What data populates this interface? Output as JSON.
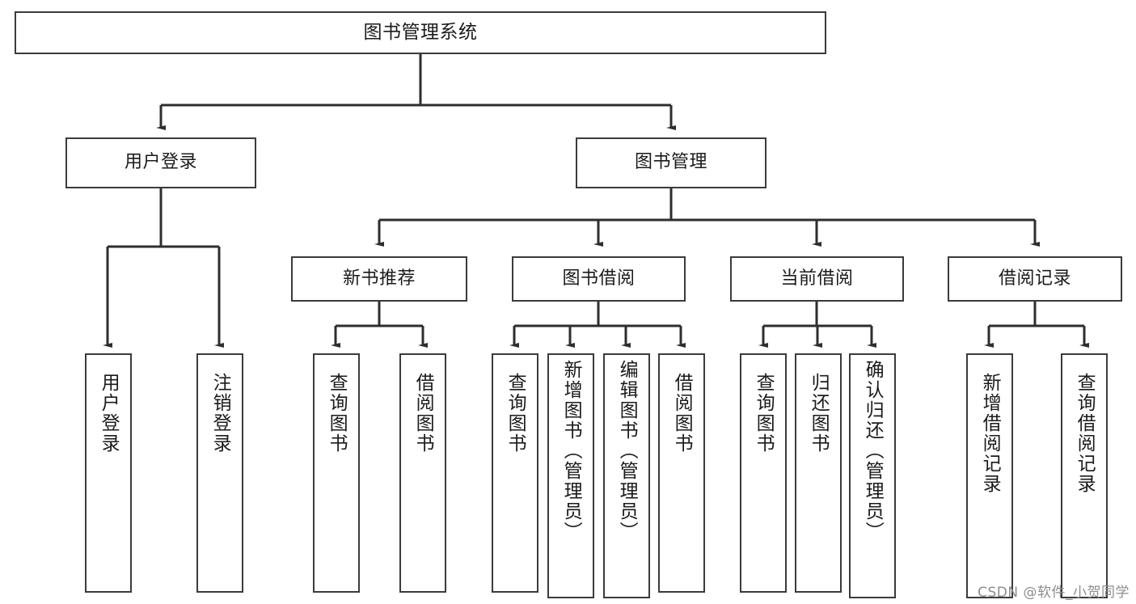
{
  "diagram": {
    "title": "图书管理系统",
    "watermark": "CSDN @软件_小贺同学",
    "colors": {
      "border": "#3b3b3b",
      "background": "#ffffff",
      "text": "#1b1b1b",
      "watermark": "#8d8d8d"
    },
    "root": {
      "label": "图书管理系统"
    },
    "level2": [
      {
        "label": "用户登录"
      },
      {
        "label": "图书管理"
      }
    ],
    "level3": [
      {
        "label": "新书推荐"
      },
      {
        "label": "图书借阅"
      },
      {
        "label": "当前借阅"
      },
      {
        "label": "借阅记录"
      }
    ],
    "leaves": {
      "user_login": [
        {
          "label": "用户登录"
        },
        {
          "label": "注销登录"
        }
      ],
      "new_book": [
        {
          "label": "查询图书"
        },
        {
          "label": "借阅图书"
        }
      ],
      "book_borrow": [
        {
          "label": "查询图书"
        },
        {
          "label": "新增图书（管理员）"
        },
        {
          "label": "编辑图书（管理员）"
        },
        {
          "label": "借阅图书"
        }
      ],
      "current_borrow": [
        {
          "label": "查询图书"
        },
        {
          "label": "归还图书"
        },
        {
          "label": "确认归还（管理员）"
        }
      ],
      "borrow_record": [
        {
          "label": "新增借阅记录"
        },
        {
          "label": "查询借阅记录"
        }
      ]
    }
  }
}
